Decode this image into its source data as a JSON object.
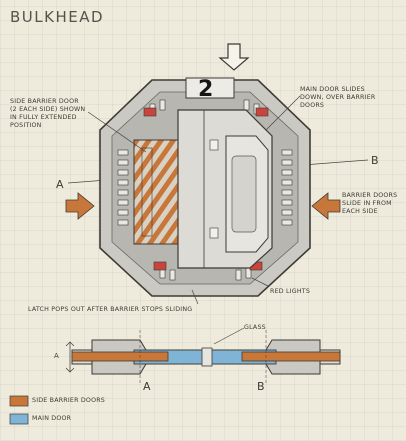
{
  "title": "BULKHEAD",
  "door_number": "2",
  "section_labels": {
    "a": "A",
    "b": "B"
  },
  "callouts": {
    "side_barrier": "SIDE BARRIER DOOR\n(2 EACH SIDE) SHOWN\nIN FULLY EXTENDED\nPOSITION",
    "main_door": "MAIN DOOR SLIDES\nDOWN, OVER BARRIER\nDOORS",
    "barrier_doors": "BARRIER DOORS\nSLIDE IN FROM\nEACH SIDE",
    "red_lights": "RED LIGHTS",
    "latch": "LATCH POPS OUT AFTER BARRIER STOPS SLIDING",
    "glass": "GLASS"
  },
  "dimension_label": "A",
  "legend": [
    {
      "label": "SIDE BARRIER DOORS",
      "color": "#c8773a"
    },
    {
      "label": "MAIN DOOR",
      "color": "#7fb4d6"
    }
  ],
  "colors": {
    "paper": "#efebdc",
    "ink": "#3e3a34",
    "frame": "#c9c8c2",
    "frame_dark": "#8f8e88",
    "orange": "#c8773a",
    "blue": "#7fb4d6",
    "red": "#c7453e"
  },
  "icons": [
    "arrow-down-icon",
    "arrow-right-icon",
    "arrow-left-icon"
  ]
}
